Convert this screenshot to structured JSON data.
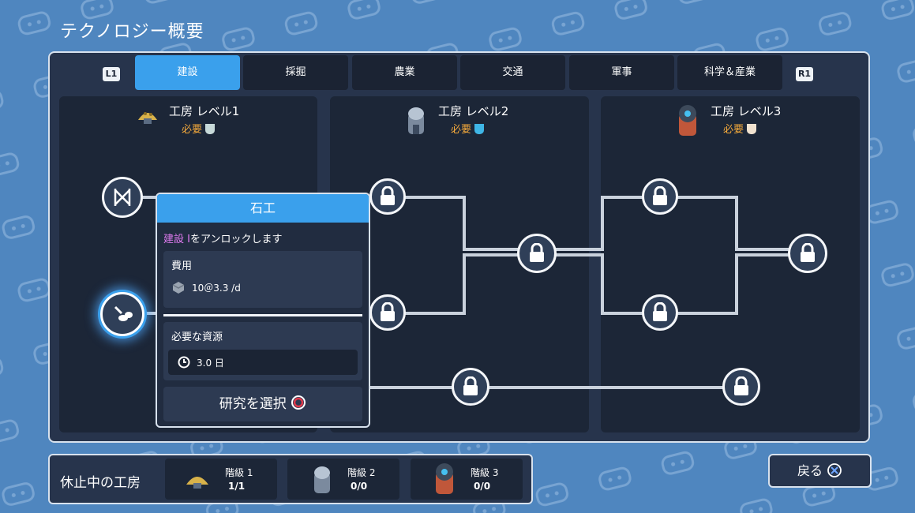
{
  "screen": {
    "title": "テクノロジー概要"
  },
  "tabs": {
    "left_shoulder": "L1",
    "right_shoulder": "R1",
    "items": [
      {
        "label": "建設",
        "active": true
      },
      {
        "label": "採掘",
        "active": false
      },
      {
        "label": "農業",
        "active": false
      },
      {
        "label": "交通",
        "active": false
      },
      {
        "label": "軍事",
        "active": false
      },
      {
        "label": "科学＆産業",
        "active": false
      }
    ]
  },
  "workshops": [
    {
      "name": "工房 レベル1",
      "required": "必要"
    },
    {
      "name": "工房 レベル2",
      "required": "必要"
    },
    {
      "name": "工房 レベル3",
      "required": "必要"
    }
  ],
  "tooltip": {
    "title": "石工",
    "unlock_highlight": "建設 I",
    "unlock_text": "をアンロックします",
    "cost_label": "費用",
    "cost_value": "10＠3.3 /d",
    "resources_label": "必要な資源",
    "time_value": "3.0 日",
    "select_button": "研究を選択"
  },
  "idle": {
    "label": "休止中の工房",
    "tiers": [
      {
        "label": "階級 1",
        "count": "1/1"
      },
      {
        "label": "階級 2",
        "count": "0/0"
      },
      {
        "label": "階級 3",
        "count": "0/0"
      }
    ]
  },
  "back_button": "戻る",
  "colors": {
    "accent": "#3aa0ec",
    "panel": "#27344c",
    "column": "#1c2637",
    "background": "#4f86bf",
    "required": "#f4a93b",
    "unlock": "#e07bf0"
  }
}
